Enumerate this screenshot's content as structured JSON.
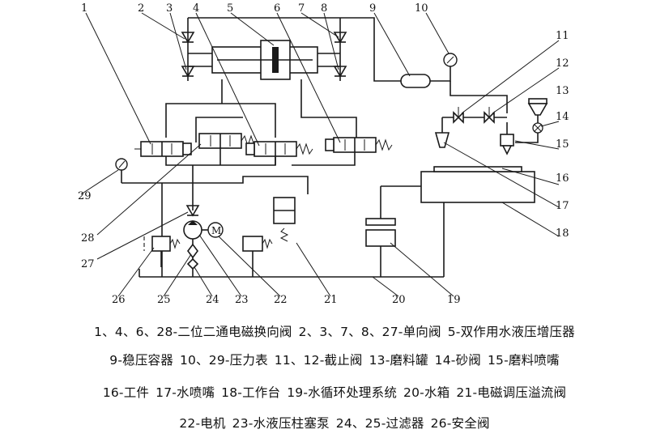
{
  "callouts": {
    "c1": "1",
    "c2": "2",
    "c3": "3",
    "c4": "4",
    "c5": "5",
    "c6": "6",
    "c7": "7",
    "c8": "8",
    "c9": "9",
    "c10": "10",
    "c11": "11",
    "c12": "12",
    "c13": "13",
    "c14": "14",
    "c15": "15",
    "c16": "16",
    "c17": "17",
    "c18": "18",
    "c19": "19",
    "c20": "20",
    "c21": "21",
    "c22": "22",
    "c23": "23",
    "c24": "24",
    "c25": "25",
    "c26": "26",
    "c27": "27",
    "c28": "28",
    "c29": "29",
    "motor": "M"
  },
  "legend": {
    "line1": [
      "1、4、6、28-二位二通电磁换向阀",
      "2、3、7、8、27-单向阀",
      "5-双作用水液压增压器"
    ],
    "line2": [
      "9-稳压容器",
      "10、29-压力表",
      "11、12-截止阀",
      "13-磨料罐",
      "14-砂阀",
      "15-磨料喷嘴"
    ],
    "line3": [
      "16-工件",
      "17-水喷嘴",
      "18-工作台",
      "19-水循环处理系统",
      "20-水箱",
      "21-电磁调压溢流阀"
    ],
    "line4": [
      "22-电机",
      "23-水液压柱塞泵",
      "24、25-过滤器",
      "26-安全阀"
    ]
  }
}
